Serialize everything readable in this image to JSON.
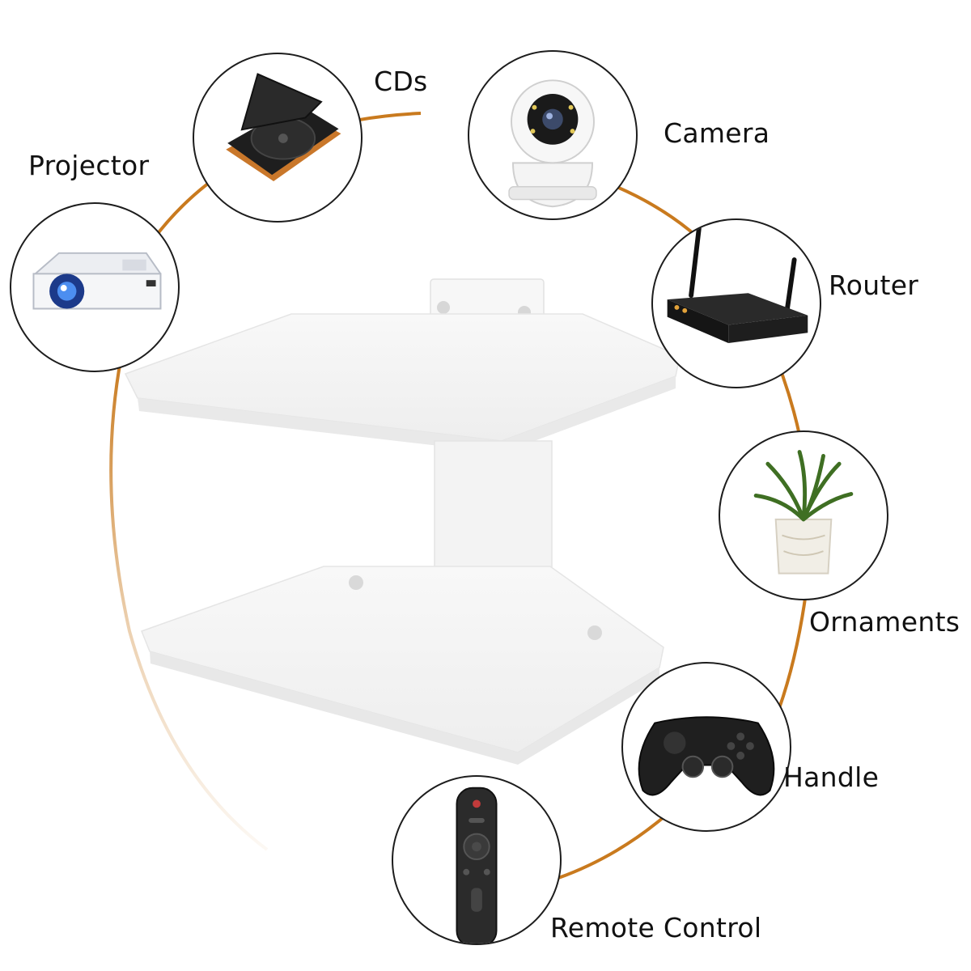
{
  "colors": {
    "ring": "#c97a1e",
    "circle_border": "#1d1d1d",
    "shelf": "#f5f5f5",
    "text": "#111111"
  },
  "items": [
    {
      "label": "Projector",
      "icon": "projector-icon"
    },
    {
      "label": "CDs",
      "icon": "cd-player-icon"
    },
    {
      "label": "Camera",
      "icon": "security-camera-icon"
    },
    {
      "label": "Router",
      "icon": "router-icon"
    },
    {
      "label": "Ornaments",
      "icon": "potted-plant-icon"
    },
    {
      "label": "Handle",
      "icon": "gamepad-icon"
    },
    {
      "label": "Remote Control",
      "icon": "remote-control-icon"
    }
  ]
}
